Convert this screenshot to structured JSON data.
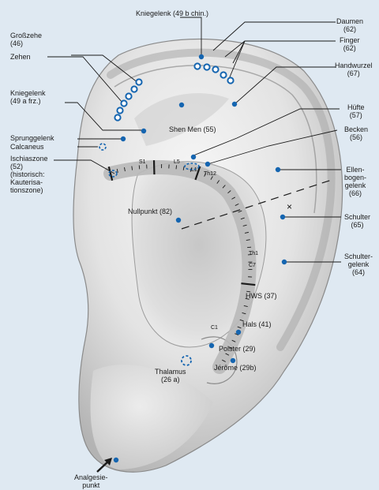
{
  "labels": {
    "kniegelenk_chin": "Kniegelenk (49 b chin.)",
    "daumen": "Daumen\n(62)",
    "finger": "Finger\n(62)",
    "handwurzel": "Handwurzel\n(67)",
    "grosszehe": "Großzehe\n(46)",
    "zehen": "Zehen",
    "kniegelenk_frz": "Kniegelenk\n(49 a frz.)",
    "huefte": "Hüfte\n(57)",
    "shen_men": "Shen Men (55)",
    "becken": "Becken\n(56)",
    "sprunggelenk": "Sprunggelenk",
    "calcaneus": "Calcaneus",
    "ischiaszone": "Ischiaszone\n(52)\n(historisch:\nKauterisa-\ntionszone)",
    "ellenbogen": "Ellen-\nbogen-\ngelenk\n(66)",
    "schulter": "Schulter\n(65)",
    "nullpunkt": "Nullpunkt (82)",
    "schultergelenk": "Schulter-\ngelenk\n(64)",
    "hws": "HWS (37)",
    "hals": "Hals (41)",
    "polster": "Polster (29)",
    "thalamus": "Thalamus\n(26 a)",
    "jerome": "Jérôme (29b)",
    "analgesie": "Analgesie-\npunkt"
  },
  "spine_marks": {
    "s1": "S1",
    "l5": "L5",
    "l1": "L1",
    "th12": "Th12",
    "th1": "Th1",
    "c7": "C7",
    "c1": "C1"
  },
  "colors": {
    "point": "#1565b0",
    "line": "#1a1a1a",
    "spine_band": "#b9b9b9",
    "ear_light": "#f2f2f2",
    "ear_shadow": "#9a9a9a",
    "background": "#dfe9f2"
  }
}
